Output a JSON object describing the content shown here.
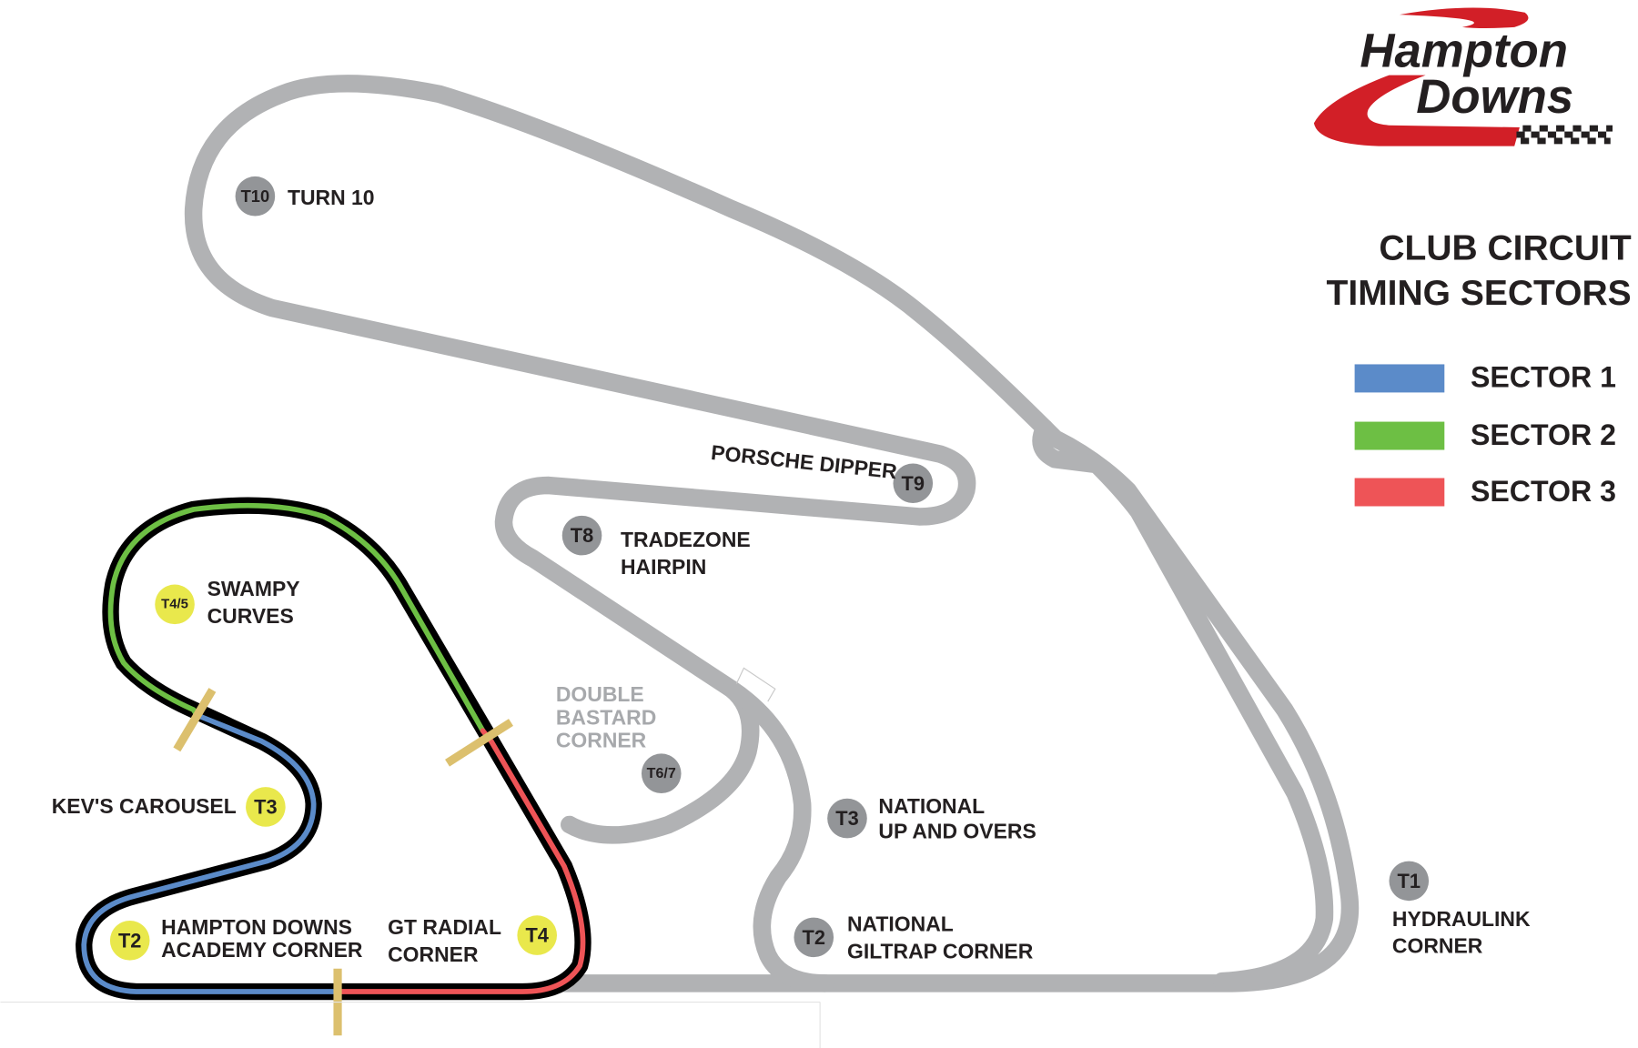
{
  "logo": {
    "line1": "Hampton",
    "line2": "Downs"
  },
  "title": {
    "line1": "CLUB CIRCUIT",
    "line2": "TIMING SECTORS"
  },
  "legend": [
    {
      "label": "SECTOR 1",
      "color": "#5b8bc9"
    },
    {
      "label": "SECTOR 2",
      "color": "#6dbf44"
    },
    {
      "label": "SECTOR 3",
      "color": "#ee5457"
    }
  ],
  "corners": {
    "t10": {
      "badge": "T10",
      "name": "TURN 10"
    },
    "t9": {
      "badge": "T9",
      "name": "PORSCHE DIPPER"
    },
    "t8": {
      "badge": "T8",
      "name1": "TRADEZONE",
      "name2": "HAIRPIN"
    },
    "t67": {
      "badge": "T6/7",
      "name1": "DOUBLE",
      "name2": "BASTARD",
      "name3": "CORNER"
    },
    "t3n": {
      "badge": "T3",
      "name1": "NATIONAL",
      "name2": "UP AND OVERS"
    },
    "t2n": {
      "badge": "T2",
      "name1": "NATIONAL",
      "name2": "GILTRAP CORNER"
    },
    "t1": {
      "badge": "T1",
      "name1": "HYDRAULINK",
      "name2": "CORNER"
    },
    "c45": {
      "badge": "T4/5",
      "name1": "SWAMPY",
      "name2": "CURVES"
    },
    "c3": {
      "badge": "T3",
      "name": "KEV'S CAROUSEL"
    },
    "c2": {
      "badge": "T2",
      "name1": "HAMPTON DOWNS",
      "name2": "ACADEMY CORNER"
    },
    "c4": {
      "badge": "T4",
      "name1": "GT RADIAL",
      "name2": "CORNER"
    }
  },
  "colors": {
    "track": "#b1b2b4",
    "badge_grey": "#939598",
    "badge_yellow": "#e9e84c",
    "marker": "#dcc06e",
    "logo_red": "#d21f27"
  }
}
